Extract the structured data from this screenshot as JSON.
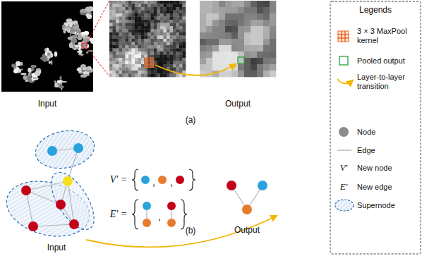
{
  "diagram": {
    "labels": [
      "Input",
      "Output",
      "(a)",
      "Input",
      "(b)",
      "Output",
      "V' =",
      ",",
      ",",
      "E' =",
      ",",
      "V'",
      "E'",
      "Legends"
    ],
    "legend": [
      {
        "text": "3 × 3 MaxPool kernel"
      },
      {
        "text": "Pooled output"
      },
      {
        "text": "Layer-to-layer transition"
      },
      {
        "text": "Node"
      },
      {
        "text": "Edge"
      },
      {
        "text": "New node"
      },
      {
        "text": "New edge"
      },
      {
        "text": "Supernode"
      }
    ]
  }
}
